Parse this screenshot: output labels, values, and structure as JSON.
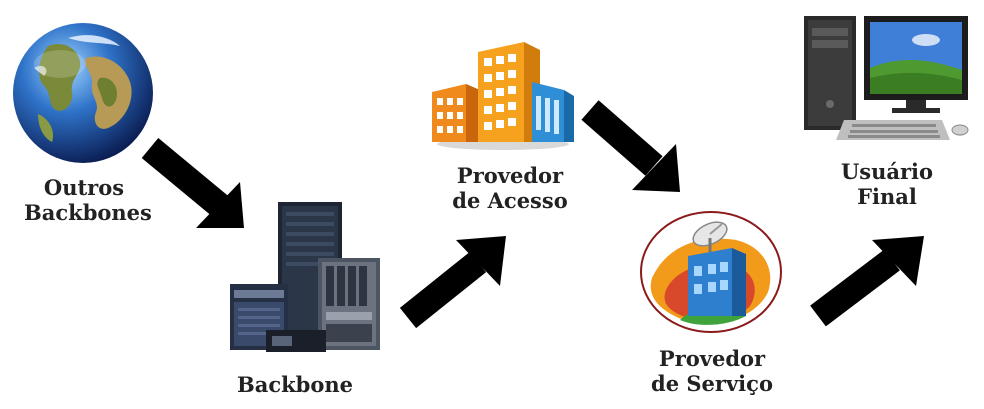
{
  "nodes": {
    "outros": {
      "line1": "Outros",
      "line2": "Backbones",
      "icon": "globe-icon"
    },
    "backbone": {
      "line1": "Backbone",
      "icon": "server-rack-icon"
    },
    "acesso": {
      "line1": "Provedor",
      "line2": "de Acesso",
      "icon": "buildings-icon"
    },
    "servico": {
      "line1": "Provedor",
      "line2": "de Serviço",
      "icon": "service-building-icon"
    },
    "usuario": {
      "line1": "Usuário",
      "line2": "Final",
      "icon": "desktop-computer-icon"
    }
  },
  "colors": {
    "arrow": "#000000",
    "text": "#222222"
  }
}
